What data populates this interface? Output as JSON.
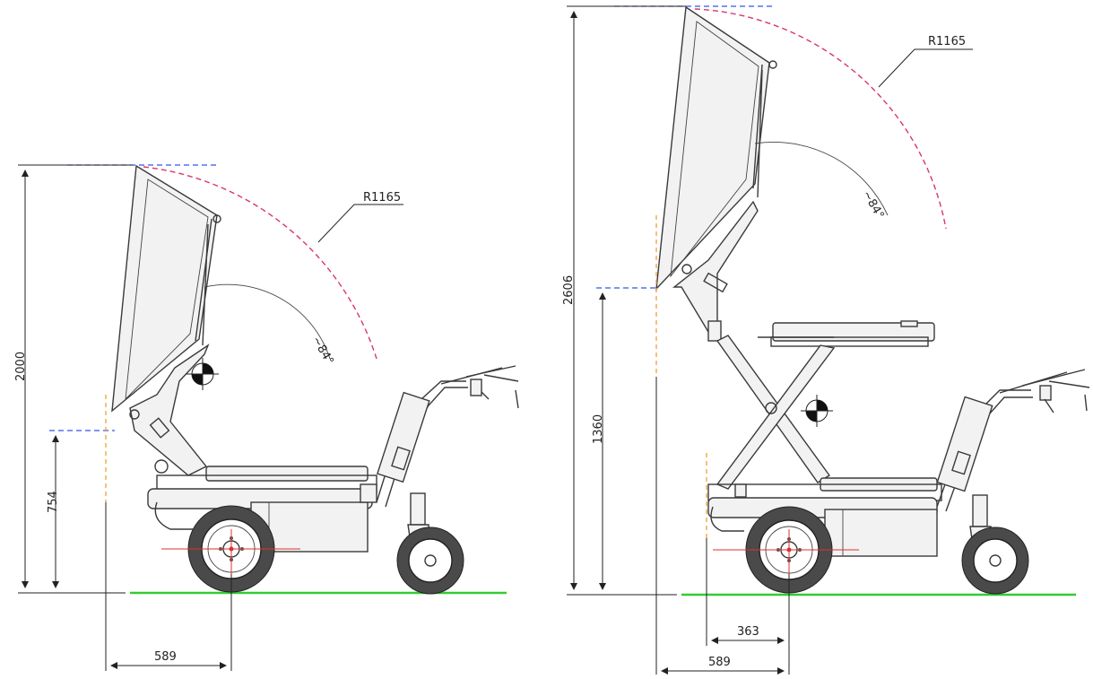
{
  "left_view": {
    "total_height": "2000",
    "lip_height": "754",
    "front_offset": "589",
    "radius": "R1165",
    "angle": "~84°"
  },
  "right_view": {
    "total_height": "2606",
    "lip_height": "1360",
    "front_offset_inner": "363",
    "front_offset_outer": "589",
    "radius": "R1165",
    "angle": "~84°"
  }
}
